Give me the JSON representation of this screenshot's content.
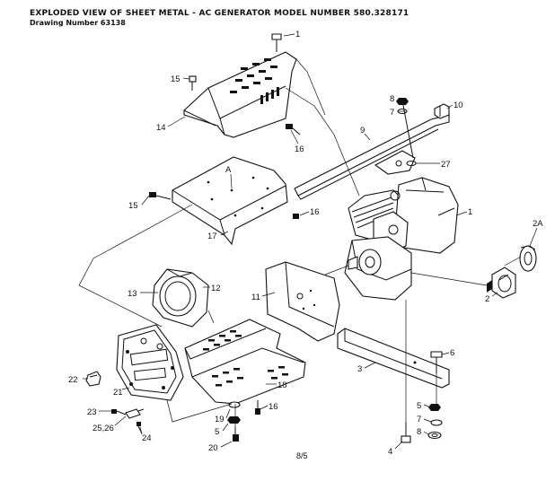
{
  "header": {
    "title": "EXPLODED VIEW OF SHEET METAL - AC GENERATOR MODEL NUMBER 580.328171",
    "subtitle": "Drawing Number 63138"
  },
  "page_ref": "8/5",
  "callouts": {
    "c1_top": "1",
    "c1_engine": "1",
    "c2": "2",
    "c2a": "2A",
    "c3": "3",
    "c4": "4",
    "c5_right": "5",
    "c5_left": "5",
    "c6": "6",
    "c7_top": "7",
    "c7_bottom": "7",
    "c8_top": "8",
    "c8_bottom": "8",
    "c9": "9",
    "c10": "10",
    "c11": "11",
    "c12": "12",
    "c13": "13",
    "c14": "14",
    "c15_top": "15",
    "c15_mid": "15",
    "c16_top": "16",
    "c16_mid": "16",
    "c16_bottom": "16",
    "c17": "17",
    "c18": "18",
    "c19": "19",
    "c20": "20",
    "c21": "21",
    "c22": "22",
    "c23": "23",
    "c24": "24",
    "c2526": "25,26",
    "c27": "27",
    "detail_a": "A"
  }
}
